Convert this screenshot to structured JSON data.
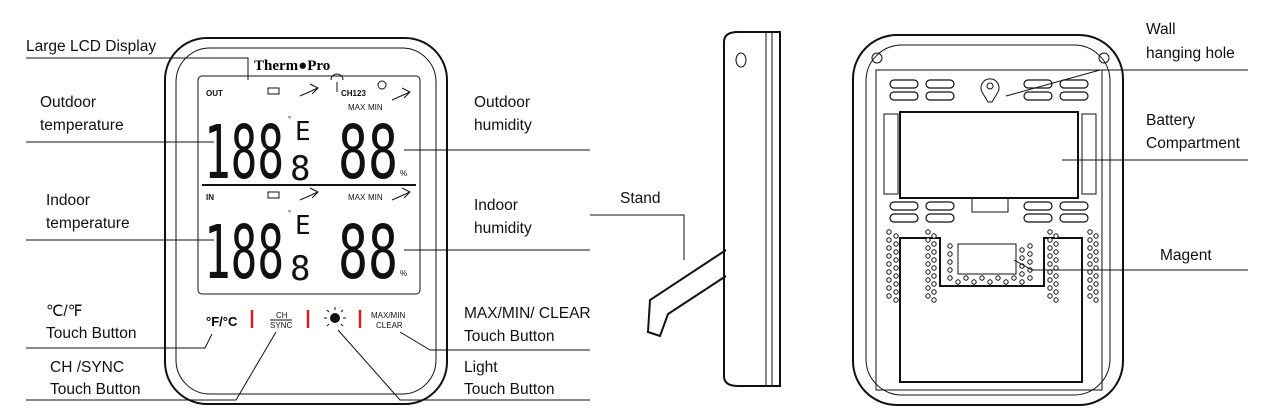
{
  "brand": {
    "name_part1": "Therm",
    "name_part2": "Pro"
  },
  "display": {
    "out_label": "OUT",
    "in_label": "IN",
    "channel_label": "CH123",
    "max_label": "MAX",
    "min_label": "MIN",
    "temp_digits": "188",
    "temp_small_digit": "8",
    "hum_digits": "88",
    "unit_e": "E",
    "percent": "%",
    "degree": "°"
  },
  "buttons": {
    "unit_f": "°F",
    "unit_sep": "/",
    "unit_c": "°C",
    "ch_top": "CH",
    "ch_bottom": "SYNC",
    "maxmin_top": "MAX/MIN",
    "maxmin_bottom": "CLEAR"
  },
  "callouts": {
    "large_lcd": "Large LCD Display",
    "outdoor_temp_1": "Outdoor",
    "outdoor_temp_2": "temperature",
    "indoor_temp_1": "Indoor",
    "indoor_temp_2": "temperature",
    "unit_button_1": "℃/℉",
    "unit_button_2": "Touch Button",
    "ch_sync_1": "CH /SYNC",
    "ch_sync_2": "Touch Button",
    "outdoor_hum_1": "Outdoor",
    "outdoor_hum_2": "humidity",
    "indoor_hum_1": "Indoor",
    "indoor_hum_2": "humidity",
    "maxmin_1": "MAX/MIN/ CLEAR",
    "maxmin_2": "Touch Button",
    "light_1": "Light",
    "light_2": "Touch Button",
    "stand": "Stand",
    "wall_hole_1": "Wall",
    "wall_hole_2": "hanging hole",
    "battery_1": "Battery",
    "battery_2": "Compartment",
    "magnet": "Magent"
  },
  "icons": {
    "antenna": "antenna-icon",
    "battery": "battery-icon",
    "trend": "trend-arrow-icon",
    "light": "light-bulb-icon",
    "wall_hole": "keyhole-icon"
  }
}
